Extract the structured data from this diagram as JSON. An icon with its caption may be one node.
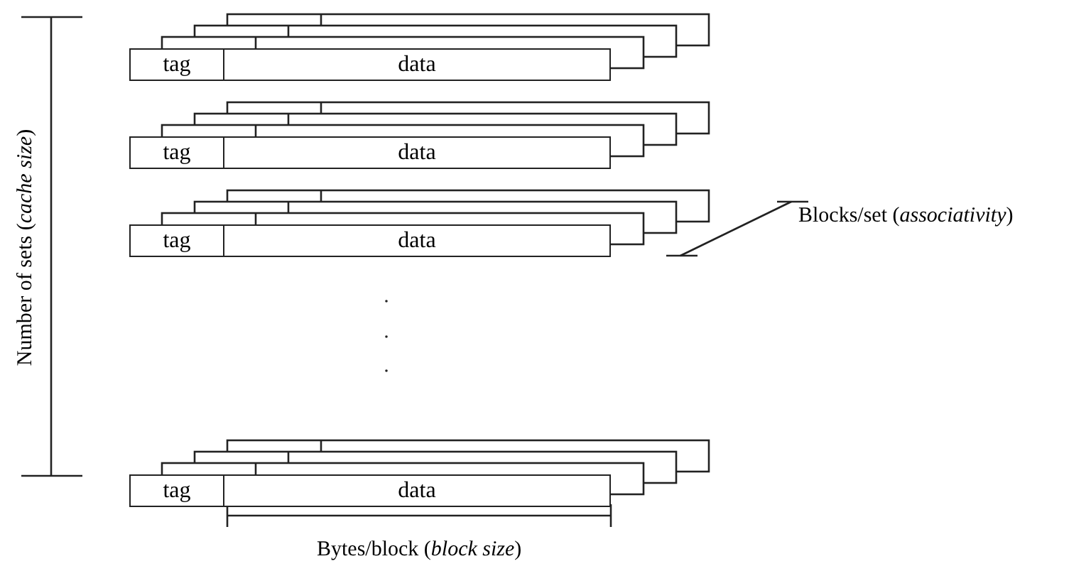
{
  "diagram": {
    "nodes": [
      {
        "text": [
          "tag"
        ]
      },
      {
        "text": [
          "data"
        ]
      },
      {
        "text": [
          "tag"
        ]
      },
      {
        "text": [
          "data"
        ]
      },
      {
        "text": [
          "tag"
        ]
      },
      {
        "text": [
          "data"
        ]
      },
      {
        "text": [
          "tag"
        ]
      },
      {
        "text": [
          "data"
        ]
      }
    ],
    "labels": [
      "Number of sets (*cache size*)",
      "Blocks/set (*associativity*)",
      "Bytes/block (*block size*)"
    ]
  }
}
